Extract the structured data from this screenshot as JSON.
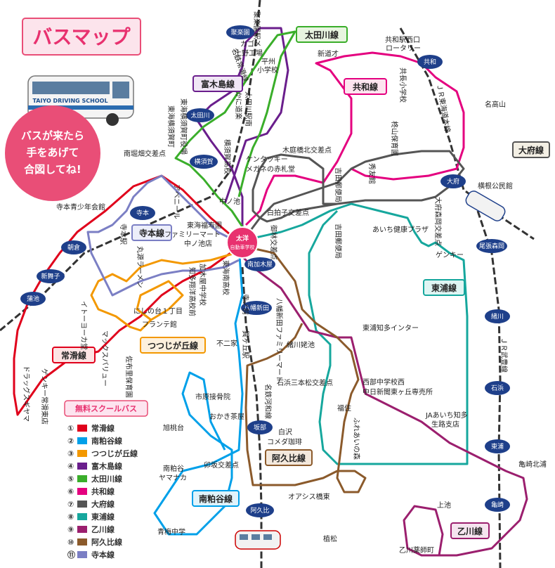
{
  "title": "バスマップ",
  "bubble": [
    "バスが来たら",
    "手をあげて",
    "合図してね!"
  ],
  "bus_label": "TAIYO DRIVING SCHOOL",
  "school": [
    "太洋",
    "自動車学校"
  ],
  "legend": {
    "title": "無料スクールバス",
    "items": [
      {
        "no": "①",
        "name": "常滑線",
        "color": "#e0001b"
      },
      {
        "no": "②",
        "name": "南粕谷線",
        "color": "#00a0e9"
      },
      {
        "no": "③",
        "name": "つつじが丘線",
        "color": "#f39800"
      },
      {
        "no": "④",
        "name": "富木島線",
        "color": "#6a1e8c"
      },
      {
        "no": "⑤",
        "name": "太田川線",
        "color": "#3aae2a"
      },
      {
        "no": "⑥",
        "name": "共和線",
        "color": "#e4007f"
      },
      {
        "no": "⑦",
        "name": "大府線",
        "color": "#555555"
      },
      {
        "no": "⑧",
        "name": "東浦線",
        "color": "#16a79d"
      },
      {
        "no": "⑨",
        "name": "乙川線",
        "color": "#9b1f6e"
      },
      {
        "no": "⑩",
        "name": "阿久比線",
        "color": "#8b5a2b"
      },
      {
        "no": "⑪",
        "name": "寺本線",
        "color": "#7b7fc4"
      }
    ]
  },
  "route_labels": {
    "ota": "太田川線",
    "tomi": "富木島線",
    "kyowa": "共和線",
    "obu": "大府線",
    "teramoto": "寺本線",
    "tokoname": "常滑線",
    "tsutsuji": "つつじが丘線",
    "higashiura": "東浦線",
    "minami": "南粕谷線",
    "agui": "阿久比線",
    "otsu": "乙川線"
  },
  "stations": [
    "聚楽園",
    "太田川",
    "横須賀",
    "寺本",
    "朝倉",
    "新舞子",
    "蒲池",
    "共和",
    "大府",
    "尾張森岡",
    "緒川",
    "石浜",
    "東浦",
    "亀崎",
    "南加木屋",
    "八幡新田",
    "坂部",
    "阿久比"
  ],
  "places": {
    "jurakuen_sta": "聚楽園駅",
    "meitetsu_line": "名鉄常滑線",
    "kagome": "カゴメ",
    "uenokojo": "上野工場",
    "hirasu": "平州",
    "hirasu2": "小学校",
    "shindoai": "新道才",
    "kyowa_nishi1": "共和駅西口",
    "kyowa_nishi2": "ロータリー",
    "tomoe": "共長小学校",
    "jr_tokaido": "ＪＲ東海道本線",
    "otakagawa_sta": "太田川駅南",
    "kanimichi": "かに道楽",
    "tokai_yokosuka": "東海横須賀町役場",
    "kitanagasa": "木庭橋北交差点",
    "kentucky": "ケンタッキー",
    "megane": "メガネの赤札堂",
    "nakanoike_shiro": "横須賀高校",
    "nagamachi": "東海横須賀町",
    "minamihori": "南堀畑交差点",
    "avenir": "アベニール",
    "teramoto_seinen": "寺本青少年会館",
    "teramoto_sta": "寺本駅",
    "nakanoike": "中ノ池",
    "tokai_fukuju": "東海福寿園",
    "family_mart": "ファミリーマート",
    "nakanoike_ten": "中ノ池店",
    "shirabyoshi": "白拍子交差点",
    "gorin": "御林交差点",
    "yoshida": "吉田郵便局",
    "yoshida2": "吉田郵便局",
    "shuyukan": "秀友館",
    "kashiwa": "柊山保育園",
    "meikozan": "名高山",
    "yokone": "横根公民館",
    "morioka": "大府森岡交差点",
    "aichi_kenko": "あいち健康プラザ",
    "genki": "ゲンキー",
    "marugen": "丸源ラーメン",
    "nishinodai": "にしの台１丁目",
    "frante": "フランテ館",
    "chita_shoyo": "知多翔洋高校前",
    "kagiya_chu": "加木屋中学校",
    "tokai_minami": "東海南高校",
    "ito_yokado": "イトーヨーカ堂",
    "max_value": "マックスバリュー",
    "sakura_sato": "佐布里保育園",
    "drug_sugi": "ドラッグスギヤマ",
    "genki_tokoname": "ゲンキー常滑東店",
    "fujiya": "不二家",
    "teranomae": "寺ノ前",
    "hachiman_fm": "八幡新田ファミリーマート",
    "ogawa_ike": "緒川姥池",
    "ishihama": "石浜三本松交差点",
    "higashiura_ic": "東浦知多インター",
    "nishibu": "西部中学校西",
    "chunichi": "中日新聞東ヶ丘専売所",
    "fukuzumi": "福住",
    "fureai": "ふれあいの森",
    "ja": "JAあいち知多",
    "ja2": "生路支店",
    "kameda_kitaura": "亀崎北浦",
    "jo_ike": "上池",
    "oasis": "オアシス橋東",
    "uemaku": "植松",
    "otsu_yakushi": "乙川薬師町",
    "jr_taketoyo": "ＪＲ武豊線",
    "ichihara": "市原接骨院",
    "okachi": "おかき茶屋",
    "asahi": "旭桃台",
    "minami_yamanaka1": "南粕谷",
    "minami_yamanaka2": "ヤマナカ",
    "uzaka": "卯坂交差点",
    "aomi": "青梅中学",
    "shirasawa": "白沢",
    "komeda": "コメダ珈琲",
    "minato_kawamura": "名鉄河和線",
    "wasagaoka": "巽ヶ丘駅"
  }
}
